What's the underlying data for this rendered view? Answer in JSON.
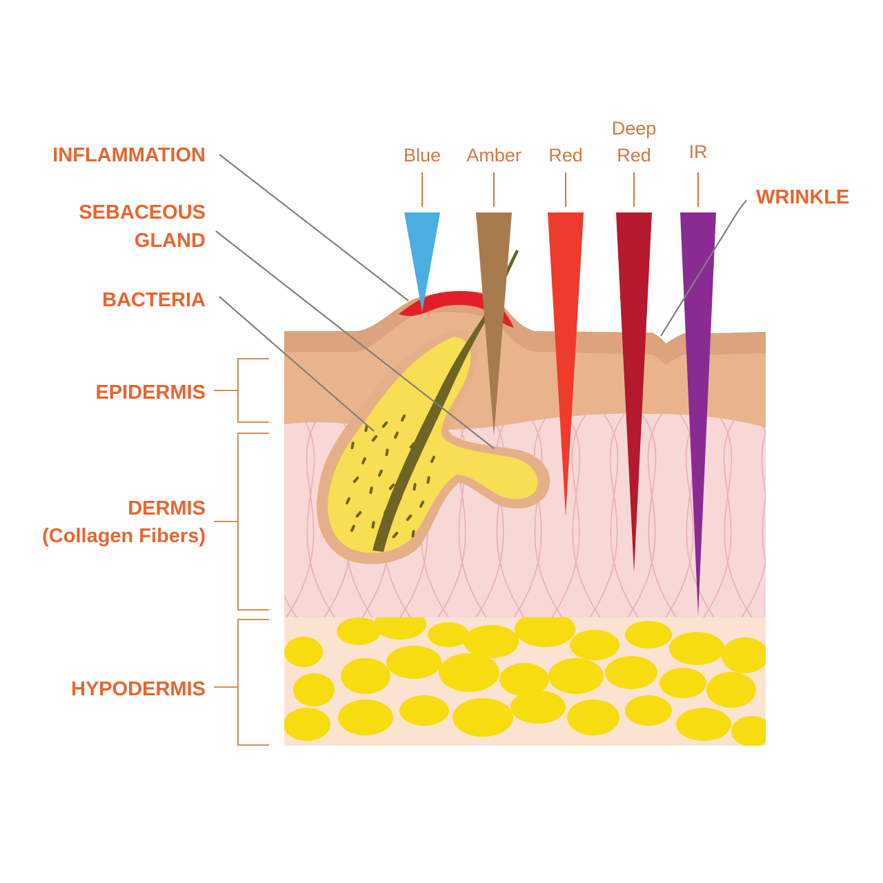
{
  "labels": {
    "inflammation": "INFLAMMATION",
    "sebaceous_line1": "SEBACEOUS",
    "sebaceous_line2": "GLAND",
    "bacteria": "BACTERIA",
    "epidermis": "EPIDERMIS",
    "dermis_line1": "DERMIS",
    "dermis_line2": "(Collagen Fibers)",
    "hypodermis": "HYPODERMIS",
    "wrinkle": "WRINKLE"
  },
  "light_beams": [
    {
      "label_lines": [
        "Blue"
      ],
      "color": "#4aaee0"
    },
    {
      "label_lines": [
        "Amber"
      ],
      "color": "#a87b4e"
    },
    {
      "label_lines": [
        "Red"
      ],
      "color": "#ee3b2c"
    },
    {
      "label_lines": [
        "Deep",
        "Red"
      ],
      "color": "#b5192e"
    },
    {
      "label_lines": [
        "IR"
      ],
      "color": "#8a2b93"
    }
  ],
  "colors": {
    "label_orange": "#e8652e",
    "beam_label": "#d9763f",
    "bracket": "#d98a5a",
    "epidermis": "#e9b48c",
    "epidermis_top": "#d9a07a",
    "dermis": "#f8d7d7",
    "collagen": "#e8aeb5",
    "hypodermis_bg": "#fbe3d2",
    "fat": "#f7dc10",
    "gland": "#f7de53",
    "gland_edge": "#e5b087",
    "inflammation": "#e21f26",
    "pointer": "#7f7f7f",
    "hair": "#6e6424"
  }
}
